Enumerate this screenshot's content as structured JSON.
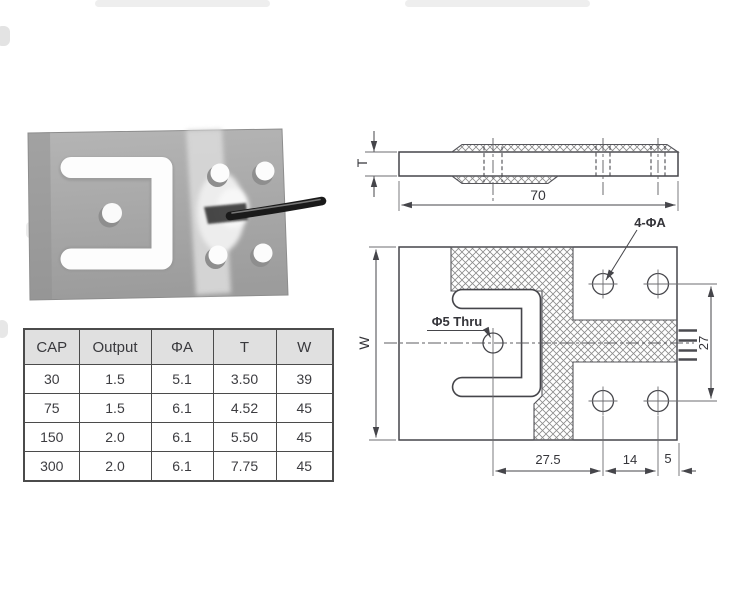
{
  "spec_table": {
    "columns": [
      "CAP",
      "Output",
      "ΦA",
      "T",
      "W"
    ],
    "rows": [
      [
        "30",
        "1.5",
        "5.1",
        "3.50",
        "39"
      ],
      [
        "75",
        "1.5",
        "6.1",
        "4.52",
        "45"
      ],
      [
        "150",
        "2.0",
        "6.1",
        "5.50",
        "45"
      ],
      [
        "300",
        "2.0",
        "6.1",
        "7.75",
        "45"
      ]
    ],
    "header_bg": "#e0e0e0",
    "border_color": "#4b4b4b"
  },
  "drawing": {
    "line_color": "#45454a",
    "side_view": {
      "length": "70",
      "thickness_label": "T"
    },
    "plan_view": {
      "width_label": "W",
      "holes_note": "4-ΦA",
      "center_hole_note": "Φ5 Thru",
      "hole_row_spacing": "27",
      "center_to_holes": "27.5",
      "hole_spacing": "14",
      "hole_to_edge": "5"
    }
  },
  "photo": {
    "plate_color": "#a8a8a8",
    "slot_color": "#fdfdfd",
    "cable_color": "#1a1a1a"
  }
}
